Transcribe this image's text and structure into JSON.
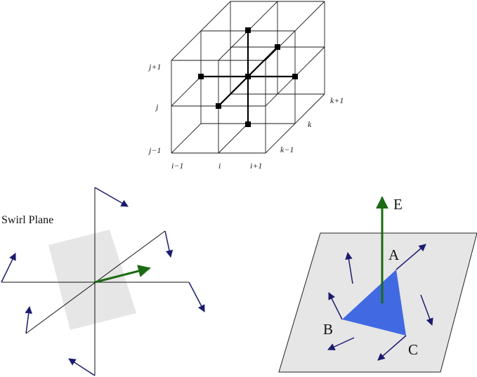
{
  "grid_stencil": {
    "row_labels": [
      "j+1",
      "j",
      "j−1"
    ],
    "col_labels": [
      "i−1",
      "i",
      "i+1"
    ],
    "depth_labels": [
      "k+1",
      "k",
      "k−1"
    ]
  },
  "swirl_plane": {
    "title": "Swirl Plane"
  },
  "triangle_panel": {
    "vertices": [
      "A",
      "B",
      "C"
    ],
    "vector_label": "E"
  },
  "colors": {
    "arrow_blue": "#1b1b6e",
    "arrow_green": "#1a6b12",
    "plane_gray": "#e6e6e6",
    "triangle_blue": "#4169e1"
  }
}
